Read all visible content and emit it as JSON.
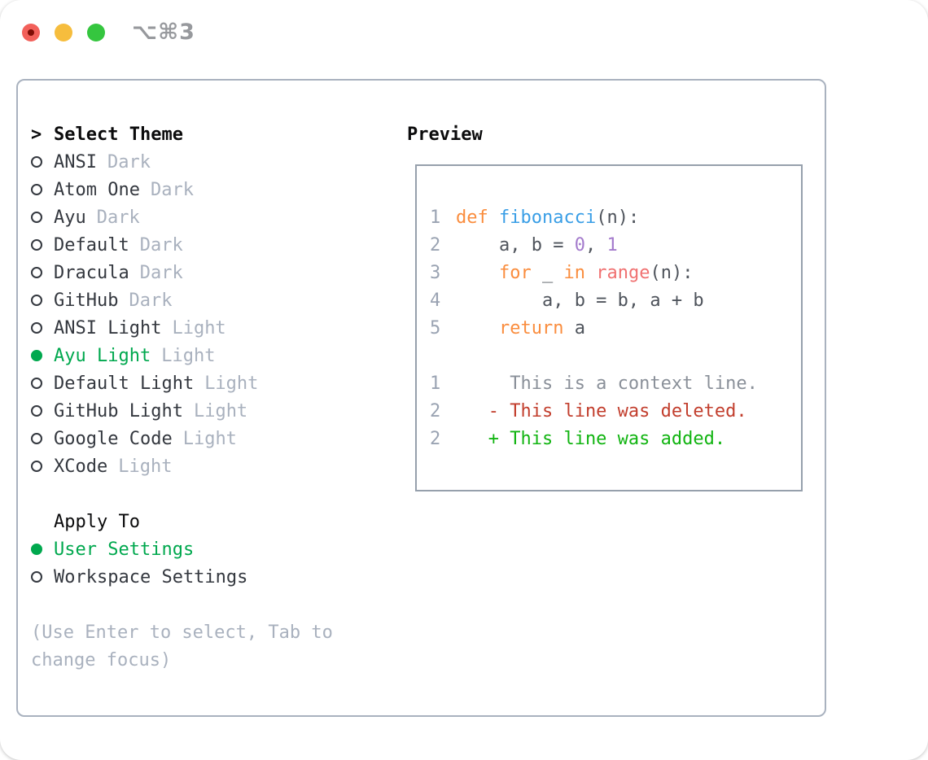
{
  "window": {
    "shortcut": "⌥⌘3"
  },
  "panel": {
    "theme_list": {
      "header_marker": ">",
      "header": "Select Theme",
      "items": [
        {
          "name": "ANSI",
          "tag": "Dark",
          "selected": false
        },
        {
          "name": "Atom One",
          "tag": "Dark",
          "selected": false
        },
        {
          "name": "Ayu",
          "tag": "Dark",
          "selected": false
        },
        {
          "name": "Default",
          "tag": "Dark",
          "selected": false
        },
        {
          "name": "Dracula",
          "tag": "Dark",
          "selected": false
        },
        {
          "name": "GitHub",
          "tag": "Dark",
          "selected": false
        },
        {
          "name": "ANSI Light",
          "tag": "Light",
          "selected": false
        },
        {
          "name": "Ayu Light",
          "tag": "Light",
          "selected": true
        },
        {
          "name": "Default Light",
          "tag": "Light",
          "selected": false
        },
        {
          "name": "GitHub Light",
          "tag": "Light",
          "selected": false
        },
        {
          "name": "Google Code",
          "tag": "Light",
          "selected": false
        },
        {
          "name": "XCode",
          "tag": "Light",
          "selected": false
        }
      ]
    },
    "apply_to": {
      "header": "Apply To",
      "items": [
        {
          "name": "User Settings",
          "selected": true
        },
        {
          "name": "Workspace Settings",
          "selected": false
        }
      ]
    },
    "help_line1": "(Use Enter to select, Tab to",
    "help_line2": "change focus)",
    "preview": {
      "header": "Preview",
      "code_lines": [
        {
          "num": "1",
          "segments": [
            {
              "t": "def",
              "c": "keyword"
            },
            {
              "t": " ",
              "c": "plain"
            },
            {
              "t": "fibonacci",
              "c": "function"
            },
            {
              "t": "(n):",
              "c": "plain"
            }
          ]
        },
        {
          "num": "2",
          "segments": [
            {
              "t": "    a, b = ",
              "c": "plain"
            },
            {
              "t": "0",
              "c": "number"
            },
            {
              "t": ", ",
              "c": "plain"
            },
            {
              "t": "1",
              "c": "number"
            }
          ]
        },
        {
          "num": "3",
          "segments": [
            {
              "t": "    ",
              "c": "plain"
            },
            {
              "t": "for",
              "c": "keyword"
            },
            {
              "t": " _ ",
              "c": "plain"
            },
            {
              "t": "in",
              "c": "keyword"
            },
            {
              "t": " ",
              "c": "plain"
            },
            {
              "t": "range",
              "c": "builtin"
            },
            {
              "t": "(n):",
              "c": "plain"
            }
          ]
        },
        {
          "num": "4",
          "segments": [
            {
              "t": "        a, b = b, a + b",
              "c": "plain"
            }
          ]
        },
        {
          "num": "5",
          "segments": [
            {
              "t": "    ",
              "c": "plain"
            },
            {
              "t": "return",
              "c": "keyword"
            },
            {
              "t": " a",
              "c": "plain"
            }
          ]
        }
      ],
      "diff_lines": [
        {
          "num": "1",
          "segments": [
            {
              "t": "     This is a context line.",
              "c": "context"
            }
          ]
        },
        {
          "num": "2",
          "segments": [
            {
              "t": "   - This line was deleted.",
              "c": "deleted"
            }
          ]
        },
        {
          "num": "2",
          "segments": [
            {
              "t": "   + This line was added.",
              "c": "added"
            }
          ]
        }
      ]
    }
  },
  "colors": {
    "text": "#34383F",
    "tag": "#A9B1BE",
    "selected_green": "#00A84E",
    "header_black": "#0B0B0C",
    "help": "#A9B1BE",
    "panel_border": "#A9B2BF",
    "box_border": "#96A0AC",
    "line_number": "#9AA3B2",
    "shortcut": "#97999D",
    "keyword": "#FA8D3E",
    "function": "#399EE6",
    "number": "#A37ACC",
    "builtin": "#F07171",
    "plain": "#4F545C",
    "context": "#8A9099",
    "deleted": "#C23E2D",
    "added": "#11B411",
    "tl_red": "#F2605A",
    "tl_red_dot": "#7E0D05",
    "tl_yellow": "#F6BD3D",
    "tl_green": "#35C63F"
  }
}
